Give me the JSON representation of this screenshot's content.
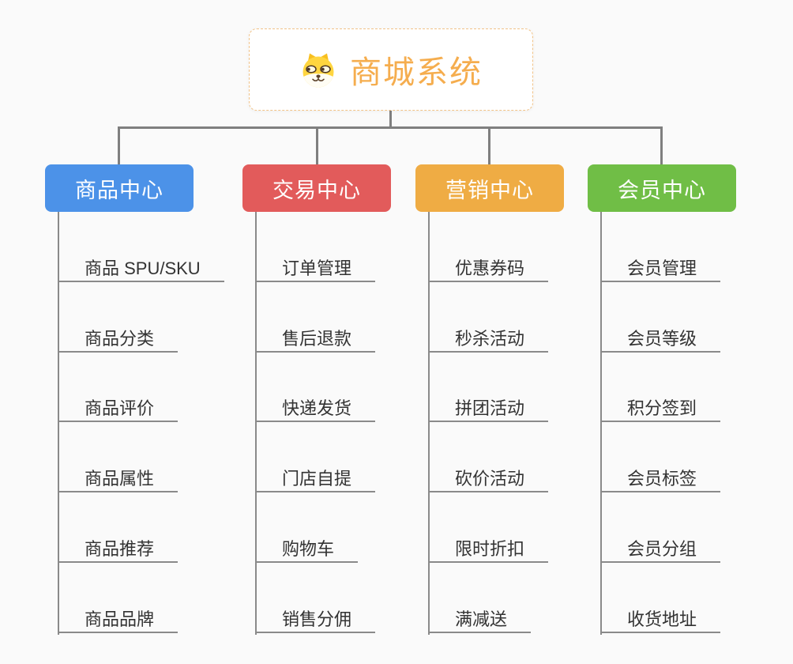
{
  "page": {
    "background_color": "#FAFAFA",
    "connector_color": "#7F7F7F",
    "leaf_line_color": "#8A8A8A",
    "leaf_text_color": "#333333"
  },
  "root": {
    "title": "商城系统",
    "icon": "dog-face-icon",
    "text_color": "#F5AD4E",
    "border_color": "#F2C388",
    "background_color": "#FFFFFF"
  },
  "branches": [
    {
      "label": "商品中心",
      "color": "#4C92E8",
      "items": [
        "商品 SPU/SKU",
        "商品分类",
        "商品评价",
        "商品属性",
        "商品推荐",
        "商品品牌"
      ]
    },
    {
      "label": "交易中心",
      "color": "#E25B5B",
      "items": [
        "订单管理",
        "售后退款",
        "快递发货",
        "门店自提",
        "购物车",
        "销售分佣"
      ]
    },
    {
      "label": "营销中心",
      "color": "#EFAC44",
      "items": [
        "优惠券码",
        "秒杀活动",
        "拼团活动",
        "砍价活动",
        "限时折扣",
        "满减送"
      ]
    },
    {
      "label": "会员中心",
      "color": "#70BE46",
      "items": [
        "会员管理",
        "会员等级",
        "积分签到",
        "会员标签",
        "会员分组",
        "收货地址"
      ]
    }
  ]
}
